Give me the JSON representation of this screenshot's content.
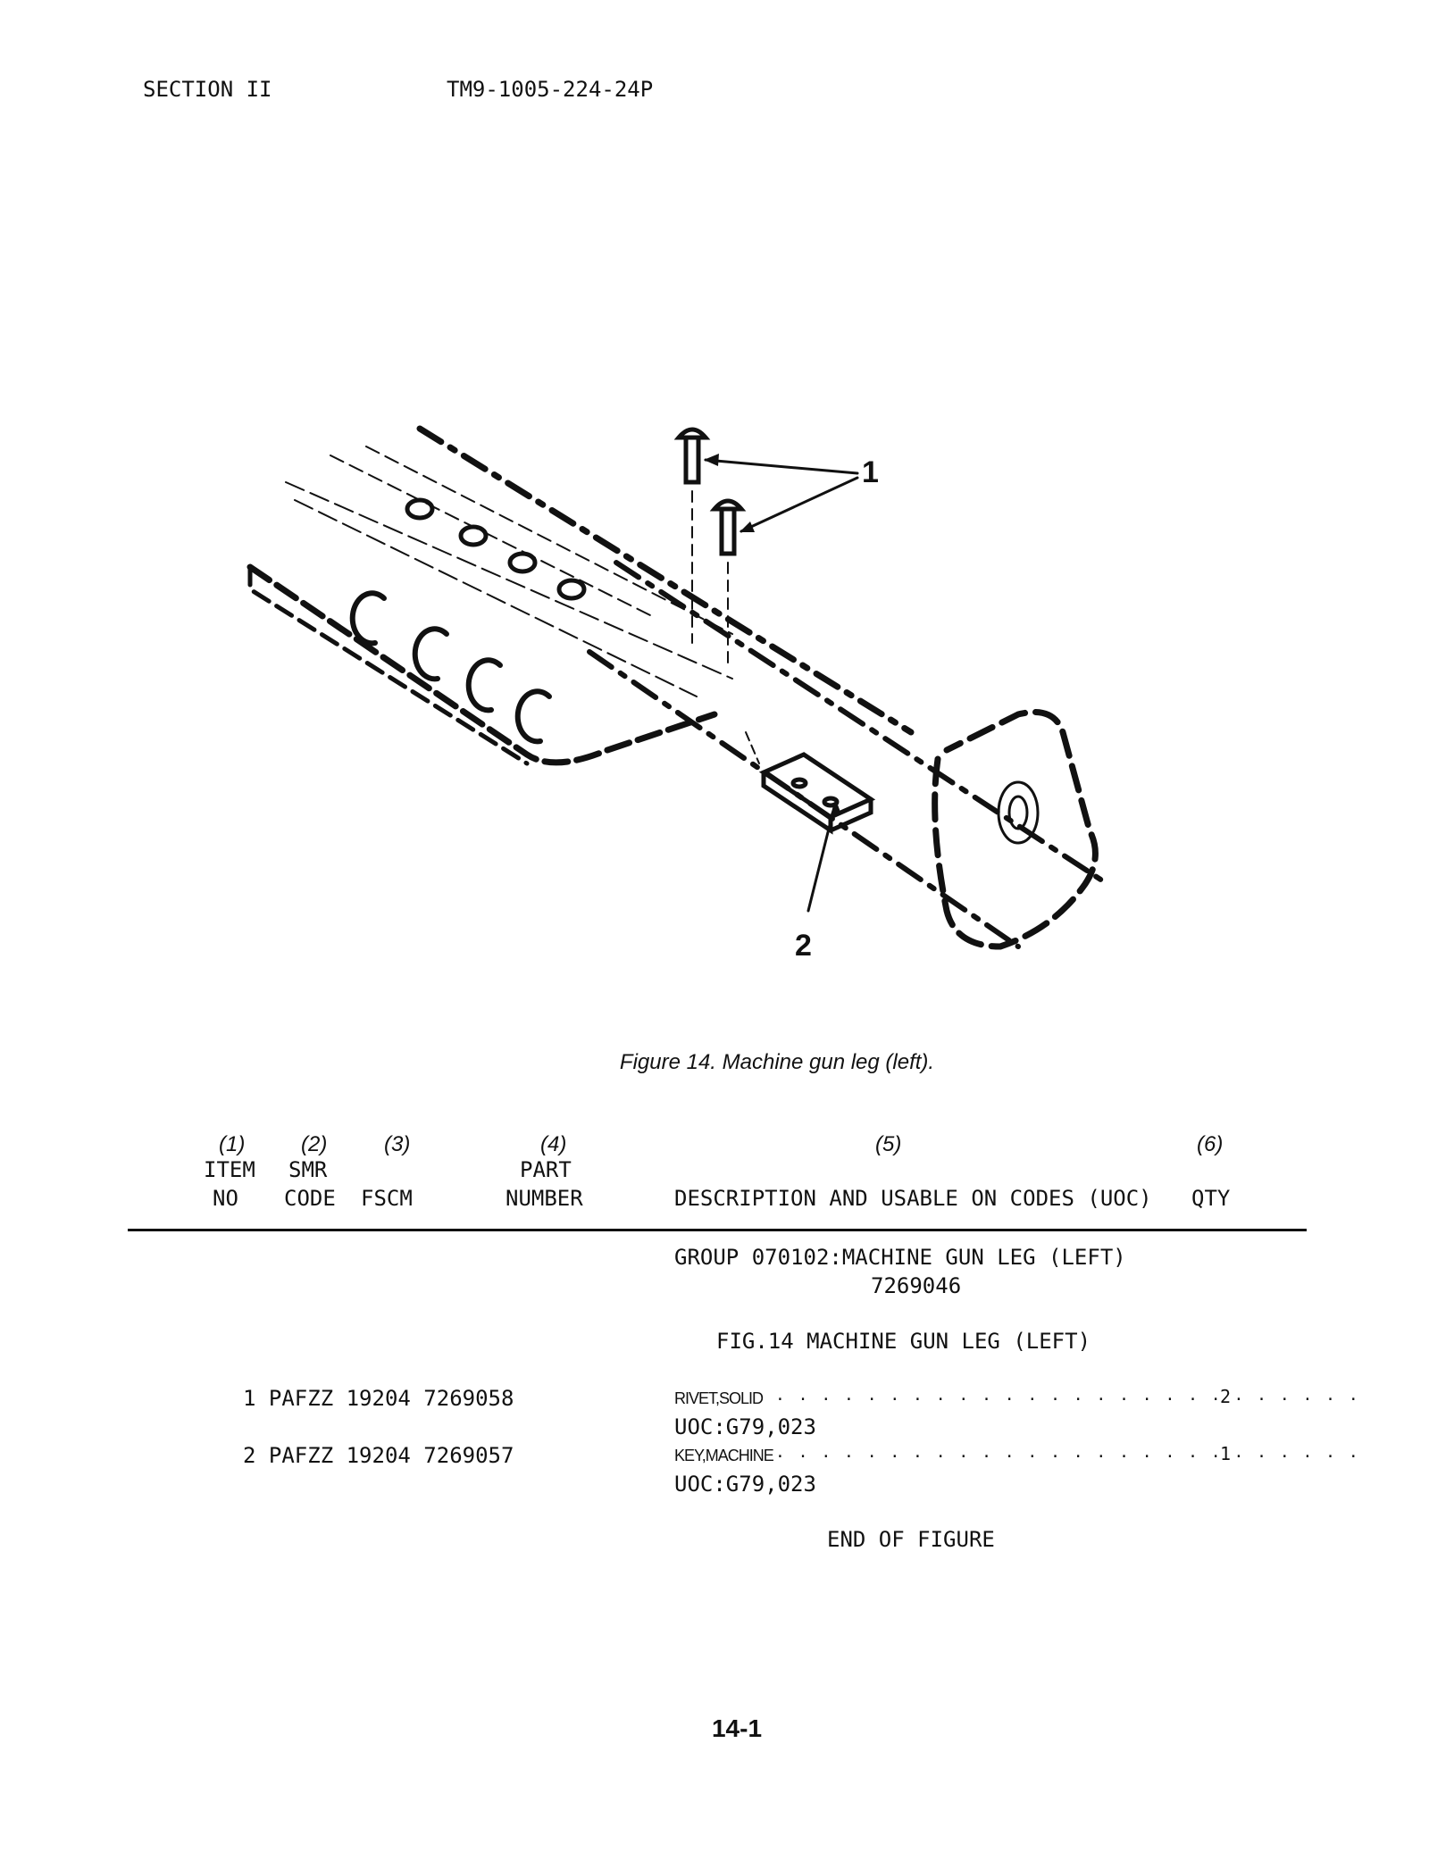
{
  "header": {
    "section": "SECTION II",
    "tm_number": "TM9-1005-224-24P"
  },
  "figure": {
    "caption": "Figure 14. Machine gun leg (left).",
    "callouts": [
      "1",
      "2"
    ]
  },
  "columns": {
    "numbers": [
      "(1)",
      "(2)",
      "(3)",
      "(4)",
      "(5)",
      "(6)"
    ],
    "item_line1": "ITEM",
    "item_line2": "NO",
    "smr_line1": "SMR",
    "smr_line2": "CODE",
    "fscm": "FSCM",
    "part_line1": "PART",
    "part_line2": "NUMBER",
    "description": "DESCRIPTION AND USABLE ON CODES (UOC)",
    "qty": "QTY"
  },
  "group": {
    "title": "GROUP 070102:MACHINE GUN LEG (LEFT)",
    "number": "7269046",
    "fig_title": "FIG.14 MACHINE GUN LEG (LEFT)"
  },
  "items": [
    {
      "line": "1 PAFZZ 19204 7269058",
      "desc": "RIVET,SOLID",
      "dots": ". . . . . . . . . . . . . . . . . . . . . . . . . .",
      "qty": "2",
      "uoc": "UOC:G79,023"
    },
    {
      "line": "2 PAFZZ 19204 7269057",
      "desc": "KEY,MACHINE",
      "dots": ". . . . . . . . . . . . . . . . . . . . . . . . . .",
      "qty": "1",
      "uoc": "UOC:G79,023"
    }
  ],
  "end_text": "END OF FIGURE",
  "page_number": "14-1"
}
